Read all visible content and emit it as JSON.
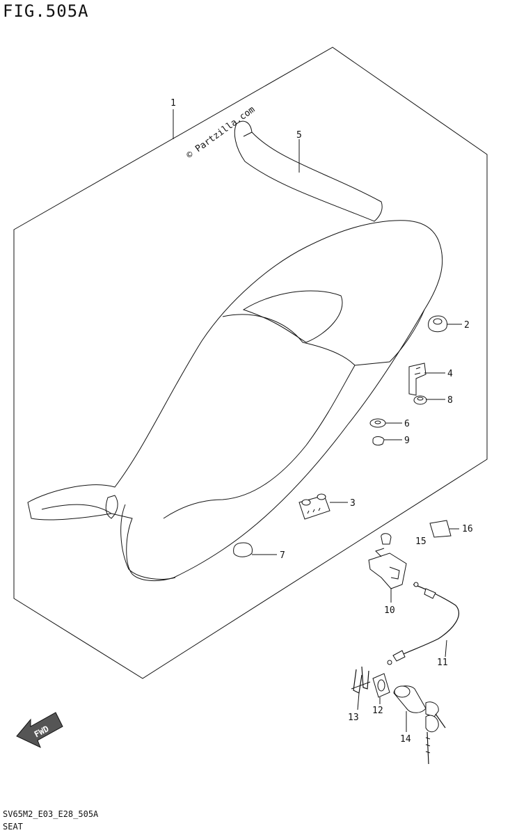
{
  "figure": {
    "title": "FIG.505A",
    "code": "SV65M2_E03_E28_505A",
    "name": "SEAT"
  },
  "watermark": "© Partzilla.com",
  "callouts": [
    "1",
    "2",
    "3",
    "4",
    "5",
    "6",
    "7",
    "8",
    "9",
    "10",
    "11",
    "12",
    "13",
    "14",
    "15",
    "16"
  ],
  "direction_badge": "FWD"
}
